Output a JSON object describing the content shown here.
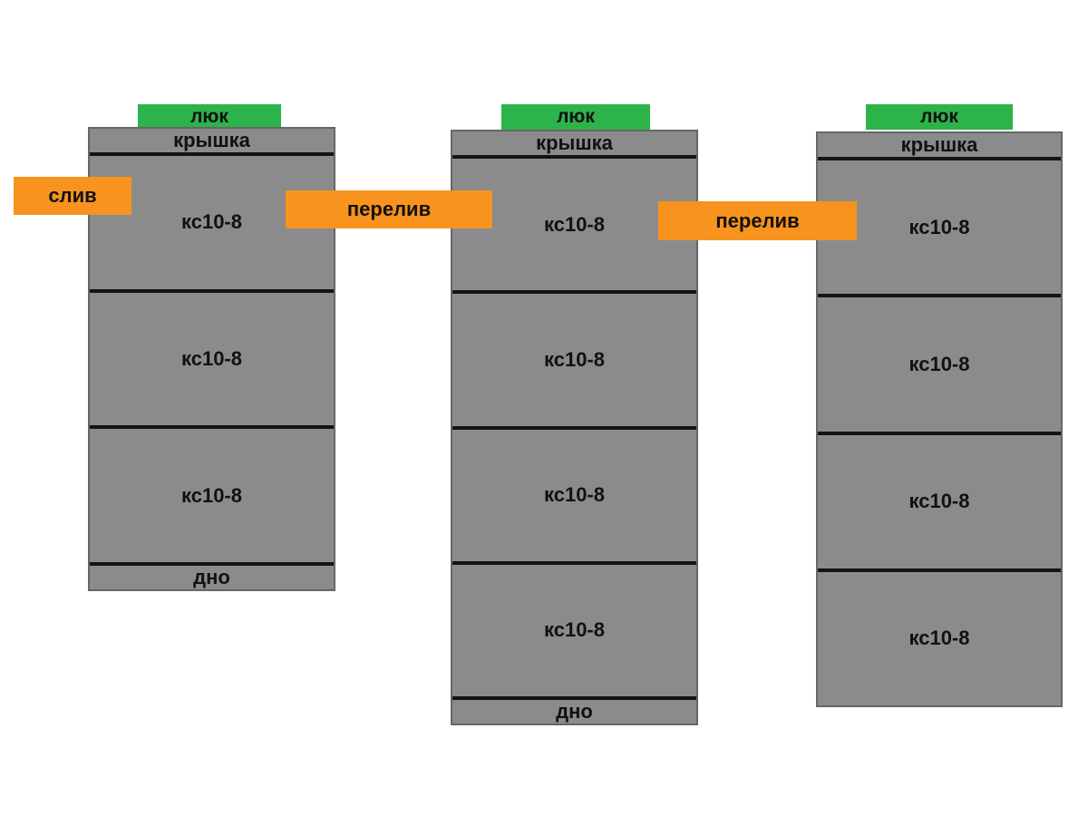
{
  "colors": {
    "background": "#ffffff",
    "tank_gray": "#8b8b8b",
    "tank_border": "#666666",
    "line_black": "#141414",
    "hatch_green": "#2cb34a",
    "connector_orange": "#f7931e",
    "text": "#111111"
  },
  "tanks": [
    {
      "hatch": "люк",
      "cover": "крышка",
      "rings": [
        "кс10-8",
        "кс10-8",
        "кс10-8"
      ],
      "bottom": "дно"
    },
    {
      "hatch": "люк",
      "cover": "крышка",
      "rings": [
        "кс10-8",
        "кс10-8",
        "кс10-8",
        "кс10-8"
      ],
      "bottom": "дно"
    },
    {
      "hatch": "люк",
      "cover": "крышка",
      "rings": [
        "кс10-8",
        "кс10-8",
        "кс10-8",
        "кс10-8"
      ]
    }
  ],
  "connectors": [
    {
      "label": "слив"
    },
    {
      "label": "перелив"
    },
    {
      "label": "перелив"
    }
  ]
}
